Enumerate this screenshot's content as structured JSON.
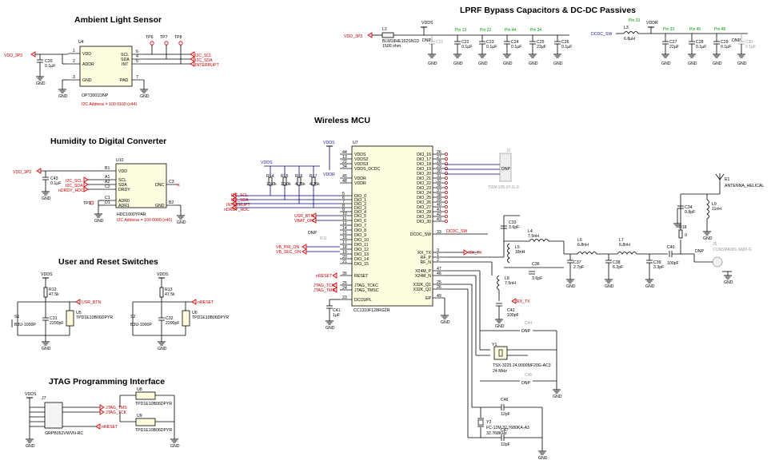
{
  "sections": {
    "ambient": "Ambient Light Sensor",
    "humidity": "Humidity to Digital Converter",
    "switches": "User and Reset Switches",
    "jtag": "JTAG Programming Interface",
    "mcu": "Wireless MCU",
    "lprf": "LPRF Bypass Capacitors & DC-DC Passives"
  },
  "ambient": {
    "ref": "U4",
    "part": "OPT3001DNP",
    "addr_note": "I2C Address = 100 0100 (x44)",
    "pins_left": [
      "VDD",
      "ADDR",
      "GND"
    ],
    "pin_nums_left": [
      "1",
      "2",
      "3"
    ],
    "pins_right": [
      "SCL",
      "SDA",
      "INT",
      "PAD"
    ],
    "pin_nums_right": [
      "6",
      "4",
      "5",
      "7"
    ],
    "net_vdd": "VDD_3P3",
    "cap_ref": "C20",
    "cap_val": "0.1µF",
    "tps": [
      "TP6",
      "TP7",
      "TP8"
    ],
    "nets_right": [
      "I2C_SCL",
      "I2C_SDA",
      "INTERRUPT"
    ]
  },
  "humidity": {
    "ref": "U10",
    "part": "HDC1000YPAR",
    "addr_note": "I2C Address = 100 0000 (x40)",
    "pins_left": [
      "VDD",
      "SCL",
      "SDA",
      "DRDY",
      "ADR0",
      "ADR1"
    ],
    "pin_nums_left": [
      "B1",
      "A1",
      "A2",
      "C2",
      "C1",
      "D1"
    ],
    "pins_right": [
      "DNC",
      "GND"
    ],
    "pin_nums_right": [
      "C3",
      "B2"
    ],
    "net_vdd": "VDD_3P3",
    "cap_ref": "C43",
    "cap_val": "0.1µF",
    "tp": "TP9",
    "nets_left": [
      "I2C_SCL",
      "I2C_SDA",
      "nDRDY_HDC"
    ]
  },
  "switches": {
    "vdds": "VDDS",
    "r1_ref": "R12",
    "r1_val": "47.5k",
    "r2_ref": "R13",
    "r2_val": "47.5k",
    "s1_ref": "S1",
    "s1_part": "B3U-1000P",
    "s2_ref": "S2",
    "s2_part": "B3U-1000P",
    "c1_ref": "C31",
    "c1_val": "2200pF",
    "c2_ref": "C32",
    "c2_val": "2200pF",
    "u1_ref": "U5",
    "u1_part": "TPD1E10B06DPYR",
    "u2_ref": "U6",
    "u2_part": "TPD1E10B06DPYR",
    "net1": "USR_BTN",
    "net2": "nRESET"
  },
  "jtag": {
    "vdds": "VDDS",
    "conn_ref": "J7",
    "conn_part": "GRPB052VWVN-RC",
    "u1_ref": "U8",
    "u1_part": "TPD1E10B06DPYR",
    "u2_ref": "U9",
    "u2_part": "TPD1E10B06DPYR",
    "nets": [
      "JTAG_TMS",
      "JTAG_TCK",
      "nRESET"
    ]
  },
  "mcu": {
    "ref": "U7",
    "part": "CC1310F128RGZR",
    "vdds": "VDDS",
    "vddr": "VDDR",
    "left_pins": [
      "VDDS",
      "VDDS2",
      "VDDS3",
      "VDDS_DCDC",
      "VDDR",
      "VDDR",
      "DIO_0",
      "DIO_1",
      "DIO_2",
      "DIO_3",
      "DIO_4",
      "DIO_5",
      "DIO_6",
      "DIO_7",
      "DIO_8",
      "DIO_9",
      "DIO_10",
      "DIO_11",
      "DIO_12",
      "DIO_13",
      "DIO_14",
      "DIO_15",
      "RESET",
      "JTAG_TCKC",
      "JTAG_TMSC",
      "DCOUPL"
    ],
    "left_nums": [
      "44",
      "13",
      "22",
      "34",
      "45",
      "48",
      "5",
      "6",
      "7",
      "8",
      "9",
      "10",
      "11",
      "12",
      "14",
      "15",
      "16",
      "17",
      "18",
      "19",
      "20",
      "21",
      "35",
      "25",
      "24",
      "23"
    ],
    "right_pins": [
      "DIO_16",
      "DIO_17",
      "DIO_18",
      "DIO_19",
      "DIO_20",
      "DIO_21",
      "DIO_22",
      "DIO_23",
      "DIO_24",
      "DIO_25",
      "DIO_26",
      "DIO_27",
      "DIO_28",
      "DIO_29",
      "DIO_30",
      "DCDC_SW",
      "RX_TX",
      "RF_P",
      "RF_N",
      "X24M_P",
      "X24M_N",
      "X32K_Q1",
      "X32K_Q2",
      "EP"
    ],
    "right_nums": [
      "26",
      "27",
      "28",
      "29",
      "30",
      "31",
      "32",
      "36",
      "37",
      "38",
      "39",
      "40",
      "41",
      "42",
      "43",
      "33",
      "3",
      "1",
      "2",
      "47",
      "46",
      "25",
      "26",
      "49"
    ],
    "resistors": [
      {
        "ref": "R14",
        "val": "10.0k"
      },
      {
        "ref": "R15",
        "val": "10.0k"
      },
      {
        "ref": "R16",
        "val": "4.75k"
      },
      {
        "ref": "R17",
        "val": "4.75k"
      }
    ],
    "left_nets": [
      "I2C_SCL",
      "I2C_SDA",
      "INTERRUPT",
      "nDRDY_HDC",
      "USR_BTN",
      "VBAT_ON",
      "VB_PRI_ON",
      "VB_SEC_ON",
      "nRESET",
      "JTAG_TCK",
      "JTAG_TMS"
    ],
    "dnp": "DNP",
    "r11": "R11",
    "c41_ref": "C41",
    "c41_val": "1µF",
    "j2": "J2",
    "j2_part": "TSW-105-07-G-S"
  },
  "rf": {
    "c33_ref": "C33",
    "c33_val": "3.6pF",
    "l4_ref": "L4",
    "l4_val": "7.5nH",
    "l5_ref": "L5",
    "l5_val": "18nH",
    "c36_ref": "C36",
    "c36_val": "3.6pF",
    "l8_ref": "L8",
    "l8_val": "7.5nH",
    "c42_ref": "C42",
    "c42_val": "100pF",
    "l6_ref": "L6",
    "l6_val": "6.8nH",
    "c37_ref": "C37",
    "c37_val": "2.7pF",
    "l7_ref": "L7",
    "l7_val": "6.8nH",
    "c38_ref": "C38",
    "c38_val": "6.2pF",
    "c39_ref": "C39",
    "c39_val": "3.3pF",
    "c40_ref": "C40",
    "c40_val": "100pF",
    "c34_ref": "C34",
    "c34_val": "0.8pF",
    "l9_ref": "L9",
    "l9_val": "11nH",
    "r18_ref": "R18",
    "r18_val": "0",
    "e1_ref": "E1",
    "e1_part": "ANTENNA_HELICAL",
    "j5_ref": "J5",
    "j5_part": "CONSMA001-SMD-G",
    "rx_tx": "RX_TX",
    "dcdc_sw": "DCDC_SW",
    "dnp": "DNP"
  },
  "xtal": {
    "y1_ref": "Y1",
    "y1_part": "TSX-3225 24.0000MF20G-AC3",
    "y1_freq": "24 MHz",
    "c44_ref": "C44",
    "c45_ref": "C45",
    "dnp": "DNP",
    "c46_ref": "C46",
    "c46_val": "12pF",
    "c47_ref": "C47",
    "c47_val": "12pF",
    "y2_ref": "Y2",
    "y2_part": "FC-12M 32.7680KA-A3",
    "y2_freq": "32.768KHz"
  },
  "lprf": {
    "vdd_net": "VDD_3P3",
    "vdds": "VDDS",
    "vddr": "VDDR",
    "l2_ref": "L2",
    "l2_part": "BLM18HE152SN1D",
    "l2_val": "1500 ohm",
    "dcdc_net": "DCDC_SW",
    "l3_ref": "L3",
    "l3_val": "6.8µH",
    "caps_left": [
      {
        "ref": "C21",
        "val": "",
        "pin": "",
        "dnp": true
      },
      {
        "ref": "C22",
        "val": "0.1µF",
        "pin": "Pin 13"
      },
      {
        "ref": "C23",
        "val": "0.1µF",
        "pin": "Pin 22"
      },
      {
        "ref": "C24",
        "val": "0.1µF",
        "pin": "Pin 44"
      },
      {
        "ref": "C25",
        "val": "22µF",
        "pin": "Pin 34"
      },
      {
        "ref": "C26",
        "val": "0.1µF",
        "pin": ""
      }
    ],
    "caps_right": [
      {
        "ref": "C27",
        "val": "22µF",
        "pin": "Pin 33"
      },
      {
        "ref": "C28",
        "val": "0.1µF",
        "pin": "Pin 45"
      },
      {
        "ref": "C29",
        "val": "0.1µF",
        "pin": "Pin 48"
      },
      {
        "ref": "C30",
        "val": "0.1µF",
        "pin": "",
        "dnp": true
      }
    ],
    "pin_l3": "Pin 33",
    "dnp": "DNP"
  },
  "common": {
    "gnd": "GND"
  }
}
